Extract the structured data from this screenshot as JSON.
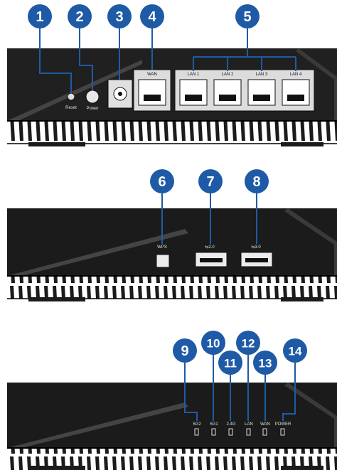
{
  "panels": [
    {
      "name": "back-panel",
      "callouts": [
        "1",
        "2",
        "3",
        "4",
        "5"
      ],
      "labels": {
        "reset": "Reset",
        "power": "Power",
        "wan": "WAN",
        "lan1": "LAN 1",
        "lan2": "LAN 2",
        "lan3": "LAN 3",
        "lan4": "LAN 4"
      }
    },
    {
      "name": "side-panel",
      "callouts": [
        "6",
        "7",
        "8"
      ],
      "labels": {
        "wps": "WPS",
        "usb20": "⇆2.0",
        "usb30": "⇆3.0"
      }
    },
    {
      "name": "front-panel",
      "callouts": [
        "9",
        "10",
        "11",
        "12",
        "13",
        "14"
      ],
      "labels": {
        "led_5g2": "5G2",
        "led_5g1": "5G1",
        "led_24g": "2.4G",
        "led_lan": "LAN",
        "led_wan": "WAN",
        "led_power": "POWER"
      }
    }
  ],
  "colors": {
    "callout": "#1f5aa6",
    "body": "#1b1b1b",
    "panel": "#2a2a2a",
    "outline": "#000000"
  }
}
